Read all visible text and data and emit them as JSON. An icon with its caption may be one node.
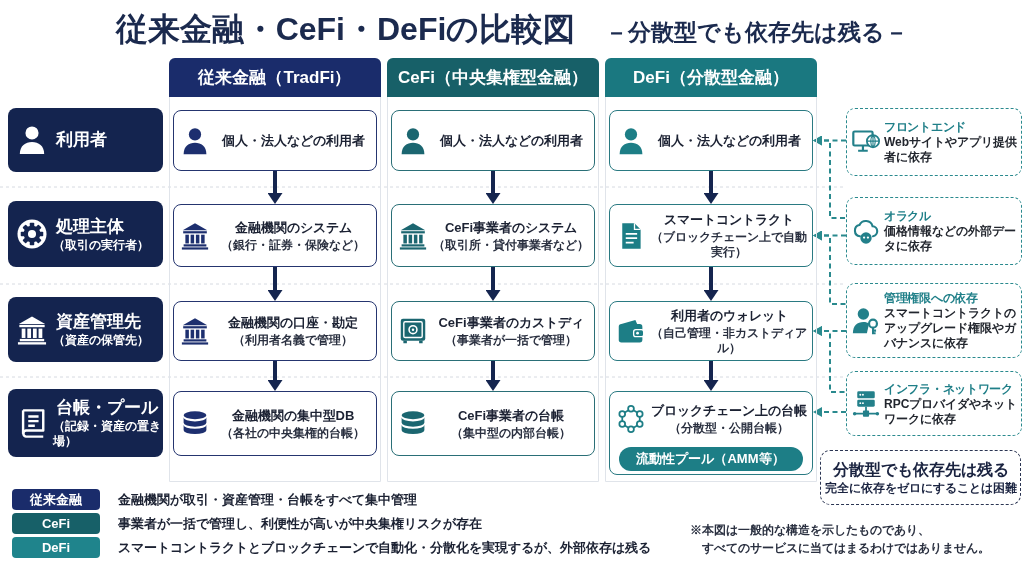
{
  "diagram": {
    "title": "従来金融・CeFi・DeFiの比較図",
    "nodes": [
      {
        "text": [
          "従来金融（TradFi）"
        ]
      },
      {
        "text": [
          "CeFi（中央集権型金融）"
        ]
      },
      {
        "text": [
          "DeFi（分散型金融）"
        ]
      },
      {
        "text": [
          "利用者"
        ]
      },
      {
        "text": [
          "個人・法人などの利用者"
        ],
        "in": 0
      },
      {
        "text": [
          "個人・法人などの利用者"
        ],
        "in": 1
      },
      {
        "text": [
          "個人・法人などの利用者"
        ],
        "in": 2
      },
      {
        "text": [
          "フロントエンド",
          "Webサイトやアプリ提供者に依存"
        ]
      },
      {
        "text": [
          "処理主体",
          "（取引の実行者）"
        ]
      },
      {
        "text": [
          "金融機関のシステム",
          "（銀行・証券・保険など）"
        ],
        "in": 0
      },
      {
        "text": [
          "CeFi事業者のシステム",
          "（取引所・貸付事業者など）"
        ],
        "in": 1
      },
      {
        "text": [
          "スマートコントラクト",
          "（ブロックチェーン上で自動実行）"
        ],
        "in": 2
      },
      {
        "text": [
          "オラクル",
          "価格情報などの外部データに依存"
        ]
      },
      {
        "text": [
          "資産管理先",
          "（資産の保管先）"
        ]
      },
      {
        "text": [
          "金融機関の口座・勘定",
          "（利用者名義で管理）"
        ],
        "in": 0
      },
      {
        "text": [
          "CeFi事業者のカストディ",
          "（事業者が一括で管理）"
        ],
        "in": 1
      },
      {
        "text": [
          "利用者のウォレット",
          "（自己管理・非カストディアル）"
        ],
        "in": 2
      },
      {
        "text": [
          "管理権限への依存",
          "スマートコントラクトのアップグレード権限やガバナンスに依存"
        ]
      },
      {
        "text": [
          "台帳・プール",
          "（記録・資産の置き場）"
        ]
      },
      {
        "text": [
          "金融機関の集中型DB",
          "（各社の中央集権的台帳）"
        ],
        "in": 0
      },
      {
        "text": [
          "CeFi事業者の台帳",
          "（集中型の内部台帳）"
        ],
        "in": 1
      },
      {
        "text": [
          "ブロックチェーン上の台帳",
          "（分散型・公開台帳）"
        ],
        "in": 2
      },
      {
        "text": [
          "流動性プール（AMM等）"
        ],
        "in": 21
      },
      {
        "text": [
          "インフラ・ネットワーク",
          "RPCプロバイダやネットワークに依存"
        ]
      },
      {
        "text": [
          "分散型でも依存先は残る",
          "完全に依存をゼロにすることは困難"
        ]
      }
    ],
    "edges": [
      {
        "from": 4,
        "to": 9,
        "arrow": "to"
      },
      {
        "from": 9,
        "to": 14,
        "arrow": "to"
      },
      {
        "from": 14,
        "to": 19,
        "arrow": "to"
      },
      {
        "from": 5,
        "to": 10,
        "arrow": "to"
      },
      {
        "from": 10,
        "to": 15,
        "arrow": "to"
      },
      {
        "from": 15,
        "to": 20,
        "arrow": "to"
      },
      {
        "from": 6,
        "to": 11,
        "arrow": "to"
      },
      {
        "from": 11,
        "to": 16,
        "arrow": "to"
      },
      {
        "from": 16,
        "to": 21,
        "arrow": "to"
      },
      {
        "from": 7,
        "to": 6,
        "arrow": "to",
        "style": "dashed",
        "color": "#2a8a8e"
      },
      {
        "from": 12,
        "to": 6,
        "arrow": "to",
        "style": "dashed",
        "color": "#2a8a8e"
      },
      {
        "from": 12,
        "to": 11,
        "arrow": "to",
        "style": "dashed",
        "color": "#2a8a8e"
      },
      {
        "from": 17,
        "to": 11,
        "arrow": "to",
        "style": "dashed",
        "color": "#2a8a8e"
      },
      {
        "from": 17,
        "to": 16,
        "arrow": "to",
        "style": "dashed",
        "color": "#2a8a8e"
      },
      {
        "from": 23,
        "to": 16,
        "arrow": "to",
        "style": "dashed",
        "color": "#2a8a8e"
      },
      {
        "from": 23,
        "to": 21,
        "arrow": "to",
        "style": "dashed",
        "color": "#2a8a8e"
      }
    ],
    "labels": [
      "－分散型でも依存先は残る－",
      "従来金融",
      "CeFi",
      "DeFi",
      "※本図は一般的な構造を示したものであり、すべてのサービスに当てはまるわけではありません。"
    ],
    "legend": [
      {
        "text": "金融機関が取引・資産管理・台帳をすべて集中管理",
        "color": "#1a2c6b"
      },
      {
        "text": "事業者が一括で管理し、利便性が高いが中央集権リスクが存在",
        "color": "#176068"
      },
      {
        "text": "スマートコントラクトとブロックチェーンで自動化・分散化を実現するが、外部依存は残る",
        "color": "#1f848c"
      }
    ]
  }
}
